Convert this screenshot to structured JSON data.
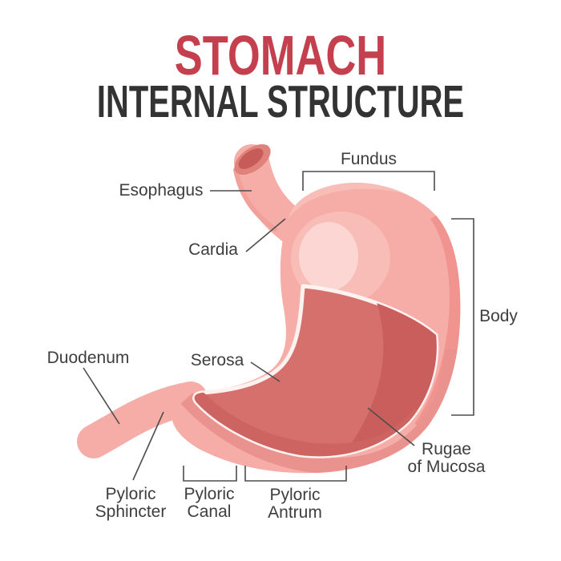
{
  "header": {
    "title": "STOMACH",
    "subtitle": "INTERNAL STRUCTURE",
    "title_color": "#C5404E",
    "subtitle_color": "#333333"
  },
  "diagram": {
    "labels": {
      "esophagus": "Esophagus",
      "fundus": "Fundus",
      "cardia": "Cardia",
      "body": "Body",
      "serosa": "Serosa",
      "duodenum": "Duodenum",
      "rugae": {
        "line1": "Rugae",
        "line2": "of Mucosa"
      },
      "pyloric_sphincter": {
        "line1": "Pyloric",
        "line2": "Sphincter"
      },
      "pyloric_canal": {
        "line1": "Pyloric",
        "line2": "Canal"
      },
      "pyloric_antrum": {
        "line1": "Pyloric",
        "line2": "Antrum"
      }
    },
    "colors": {
      "stomach_body": "#F6ACA7",
      "body_highlight": "#F9BDB8",
      "body_pale_oval": "#FBD6D2",
      "right_edge_shade": "#F1938E",
      "cut_rim": "#E9928E",
      "mucosa": "#D5706C",
      "mucosa_shade": "#CA5E5C",
      "mucosa_bottom_band": "#CE6462",
      "cut_outline": "#FDF2F0",
      "esophagus_opening_ring": "#E0827C",
      "esophagus_opening_inner": "#C75B57",
      "label_text": "#3E3E3E",
      "pointer_line": "#4D4D4D"
    }
  }
}
